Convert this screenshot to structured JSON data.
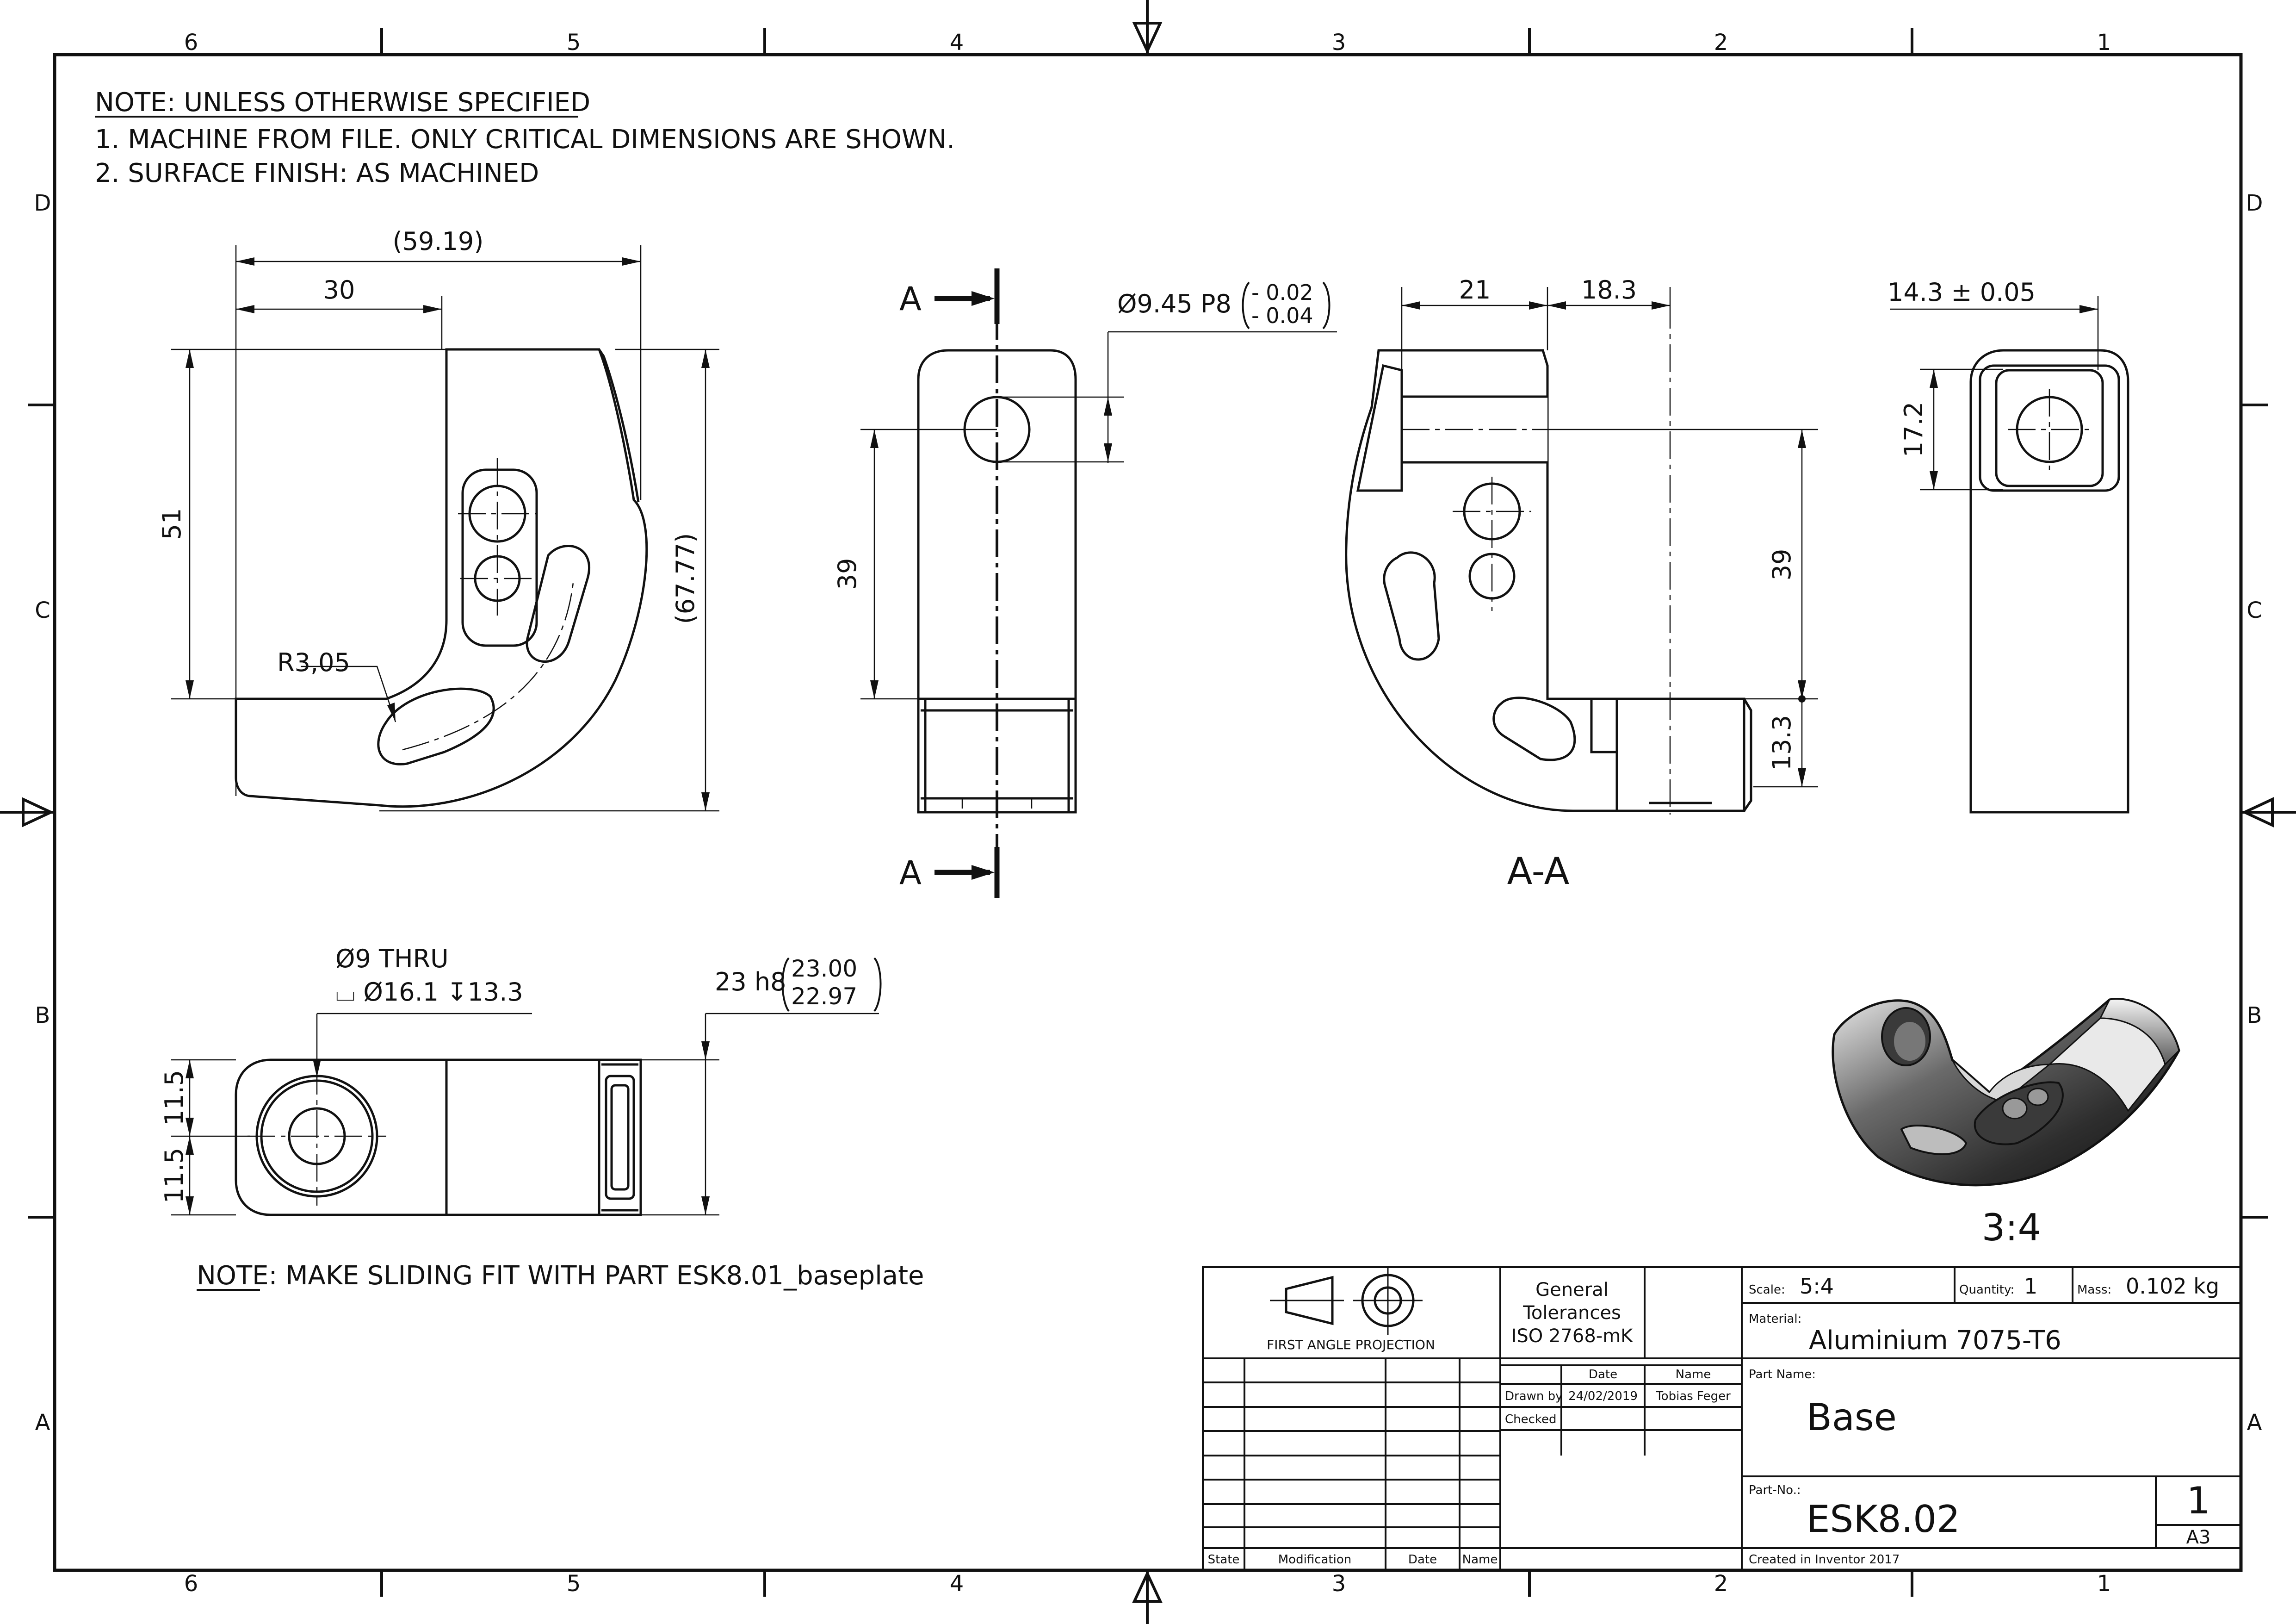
{
  "zone_labels": {
    "columns": [
      "6",
      "5",
      "4",
      "3",
      "2",
      "1"
    ],
    "rows": [
      "D",
      "C",
      "B",
      "A"
    ]
  },
  "notes": {
    "title": "NOTE: UNLESS OTHERWISE SPECIFIED",
    "line1": "1.  MACHINE FROM FILE. ONLY CRITICAL DIMENSIONS ARE SHOWN.",
    "line2": "2.  SURFACE FINISH: AS MACHINED",
    "sliding_fit_prefix": "NOTE",
    "sliding_fit_text": ": MAKE SLIDING FIT WITH PART ESK8.01_baseplate"
  },
  "front_view": {
    "dim_overall_width": "(59.19)",
    "dim_width_30": "30",
    "dim_height_51": "51",
    "dim_overall_height": "(67.77)",
    "radius_note": "R3,05"
  },
  "side_view": {
    "section_label_top": "A",
    "section_label_bottom": "A",
    "hole_callout": "Ø9.45 P8",
    "tol_upper": "- 0.02",
    "tol_lower": "- 0.04",
    "dim_39": "39"
  },
  "section_view": {
    "title": "A-A",
    "dim_21": "21",
    "dim_18_3": "18.3",
    "dim_39": "39",
    "dim_13_3": "13.3"
  },
  "right_view": {
    "dim_width": "14.3 ± 0.05",
    "dim_17_2": "17.2"
  },
  "top_view": {
    "thru_note": "Ø9 THRU",
    "cbore_note": "⌴ Ø16.1 ↧13.3",
    "fit_callout": "23 h8",
    "fit_upper": "23.00",
    "fit_lower": "22.97",
    "dim_11_5_a": "11.5",
    "dim_11_5_b": "11.5"
  },
  "iso_view": {
    "scale_label": "3:4"
  },
  "title_block": {
    "projection_label": "FIRST ANGLE PROJECTION",
    "tolerance_l1": "General",
    "tolerance_l2": "Tolerances",
    "tolerance_l3": "ISO 2768-mK",
    "hdr_date": "Date",
    "hdr_name": "Name",
    "drawn_by_label": "Drawn by",
    "drawn_date": "24/02/2019",
    "drawn_name": "Tobias Feger",
    "checked_label": "Checked",
    "rev_state": "State",
    "rev_modification": "Modification",
    "rev_date": "Date",
    "rev_name": "Name",
    "scale_label": "Scale:",
    "scale_value": "5:4",
    "quantity_label": "Quantity:",
    "quantity_value": "1",
    "mass_label": "Mass:",
    "mass_value": "0.102 kg",
    "material_label": "Material:",
    "material_value": "Aluminium 7075-T6",
    "part_name_label": "Part Name:",
    "part_name_value": "Base",
    "part_no_label": "Part-No.:",
    "part_no_value": "ESK8.02",
    "sheet_number": "1",
    "sheet_size": "A3",
    "created_in": "Created in Inventor 2017"
  }
}
